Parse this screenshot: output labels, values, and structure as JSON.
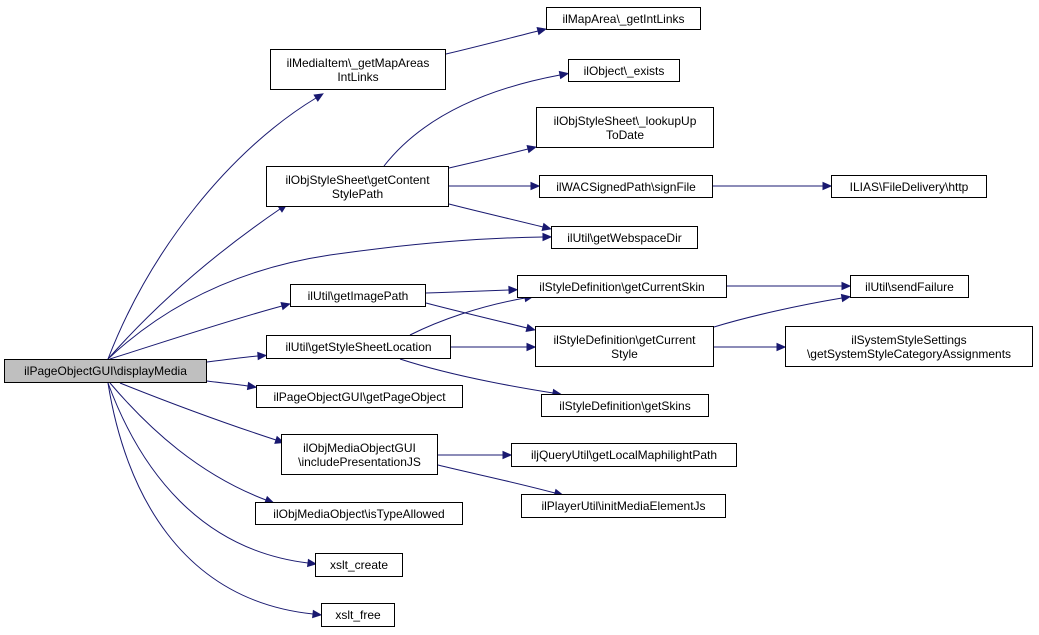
{
  "graph": {
    "root": "ilPageObjectGUI\\displayMedia",
    "nodes": {
      "mapareas": "ilMediaItem\\_getMapAreas\nIntLinks",
      "getintlinks": "ilMapArea\\_getIntLinks",
      "exists": "ilObject\\_exists",
      "lookup": "ilObjStyleSheet\\_lookupUp\nToDate",
      "contentstyle": "ilObjStyleSheet\\getContent\nStylePath",
      "signfile": "ilWACSignedPath\\signFile",
      "http": "ILIAS\\FileDelivery\\http",
      "webspace": "ilUtil\\getWebspaceDir",
      "imagepath": "ilUtil\\getImagePath",
      "currentskin": "ilStyleDefinition\\getCurrentSkin",
      "sendfailure": "ilUtil\\sendFailure",
      "stylesheetloc": "ilUtil\\getStyleSheetLocation",
      "currentstyle": "ilStyleDefinition\\getCurrent\nStyle",
      "syscat": "ilSystemStyleSettings\n\\getSystemStyleCategoryAssignments",
      "root": "ilPageObjectGUI\\displayMedia",
      "getpageobject": "ilPageObjectGUI\\getPageObject",
      "skins": "ilStyleDefinition\\getSkins",
      "presentationjs": "ilObjMediaObjectGUI\n\\includePresentationJS",
      "maphilight": "iljQueryUtil\\getLocalMaphilightPath",
      "mediaelement": "ilPlayerUtil\\initMediaElementJs",
      "istypeallowed": "ilObjMediaObject\\isTypeAllowed",
      "xsltcreate": "xslt_create",
      "xsltfree": "xslt_free"
    },
    "edges": [
      [
        "root",
        "mapareas"
      ],
      [
        "root",
        "contentstyle"
      ],
      [
        "root",
        "webspace"
      ],
      [
        "root",
        "imagepath"
      ],
      [
        "root",
        "stylesheetloc"
      ],
      [
        "root",
        "getpageobject"
      ],
      [
        "root",
        "presentationjs"
      ],
      [
        "root",
        "istypeallowed"
      ],
      [
        "root",
        "xsltcreate"
      ],
      [
        "root",
        "xsltfree"
      ],
      [
        "mapareas",
        "getintlinks"
      ],
      [
        "contentstyle",
        "exists"
      ],
      [
        "contentstyle",
        "lookup"
      ],
      [
        "contentstyle",
        "signfile"
      ],
      [
        "contentstyle",
        "webspace"
      ],
      [
        "signfile",
        "http"
      ],
      [
        "imagepath",
        "currentskin"
      ],
      [
        "imagepath",
        "currentstyle"
      ],
      [
        "stylesheetloc",
        "currentskin"
      ],
      [
        "stylesheetloc",
        "currentstyle"
      ],
      [
        "stylesheetloc",
        "skins"
      ],
      [
        "currentskin",
        "sendfailure"
      ],
      [
        "currentstyle",
        "sendfailure"
      ],
      [
        "currentstyle",
        "syscat"
      ],
      [
        "presentationjs",
        "maphilight"
      ],
      [
        "presentationjs",
        "mediaelement"
      ]
    ],
    "colors": {
      "edge": "#191970",
      "root_fill": "#bfbfbf",
      "node_fill": "#ffffff",
      "node_border": "#000000"
    }
  }
}
